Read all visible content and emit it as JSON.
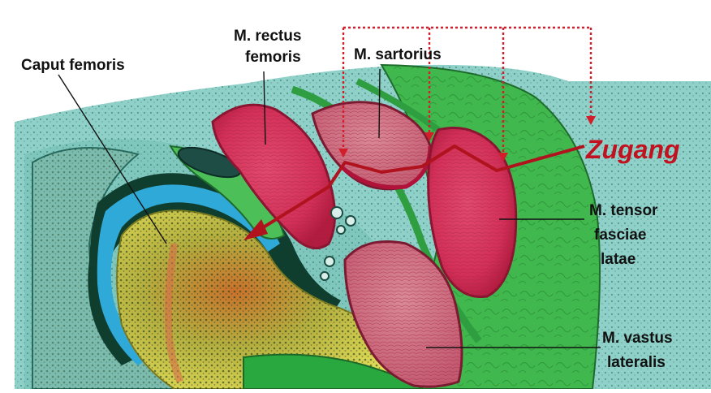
{
  "labels": {
    "caput_femoris": "Caput femoris",
    "rectus_line1": "M. rectus",
    "rectus_line2": "femoris",
    "sartorius": "M. sartorius",
    "zugang": "Zugang",
    "tensor_line1": "M. tensor",
    "tensor_line2": "fasciae",
    "tensor_line3": "latae",
    "vastus_line1": "M. vastus",
    "vastus_line2": "lateralis"
  },
  "colors": {
    "zugang_text": "#c0121f",
    "access_arrows": "#d21e2a",
    "skin_fat": "#8fd1c9",
    "muscle_green": "#39b54a",
    "muscle_red": "#d8385a",
    "bone_yellow": "#e3dd58",
    "cartilage_blue": "#2fa9d8",
    "leader_lines": "#111111"
  }
}
